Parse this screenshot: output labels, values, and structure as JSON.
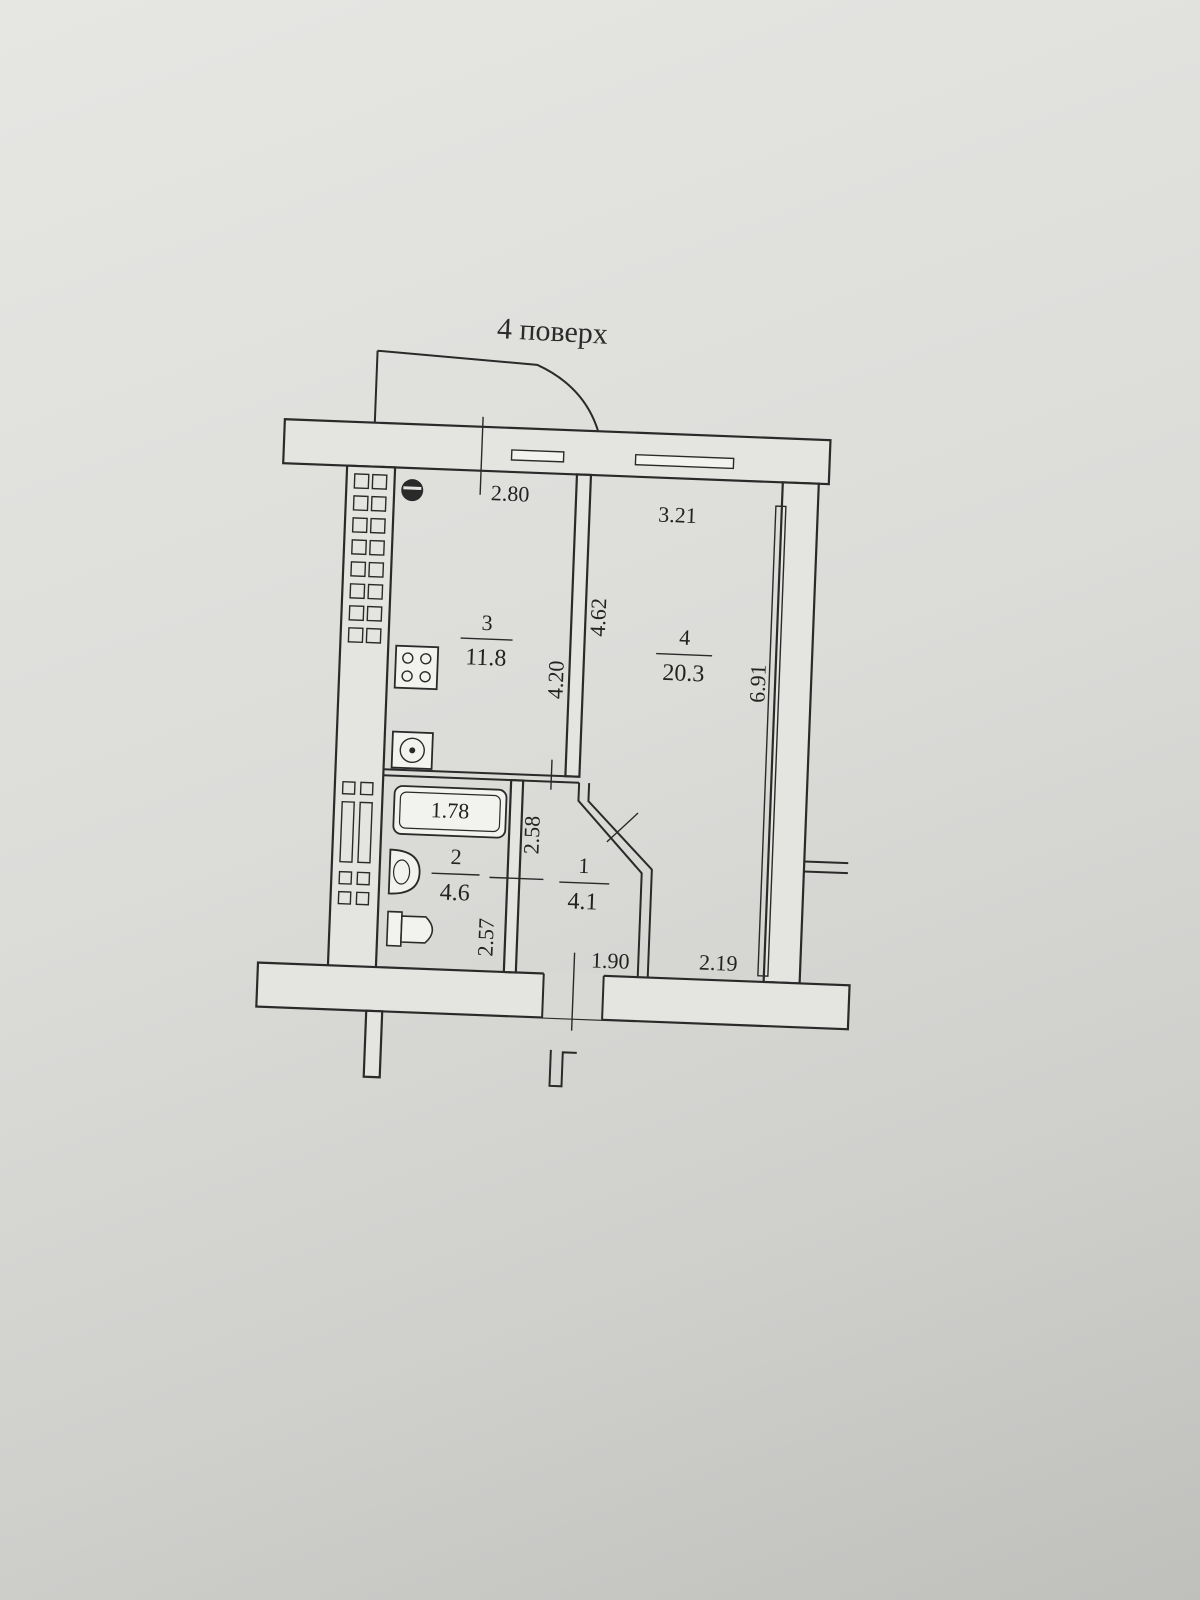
{
  "plan": {
    "floor_title": "4 поверх",
    "rooms": [
      {
        "number": "1",
        "area": "4.1"
      },
      {
        "number": "2",
        "area": "4.6"
      },
      {
        "number": "3",
        "area": "11.8"
      },
      {
        "number": "4",
        "area": "20.3"
      }
    ],
    "dimensions": {
      "kitchen_width": "2.80",
      "room_width": "3.21",
      "kitchen_length": "4.20",
      "partition_length": "4.62",
      "room_length": "6.91",
      "bath_length": "1.78",
      "hall_width_side": "2.58",
      "bathroom_length": "2.57",
      "hall_bottom": "1.90",
      "room_bottom": "2.19"
    }
  }
}
